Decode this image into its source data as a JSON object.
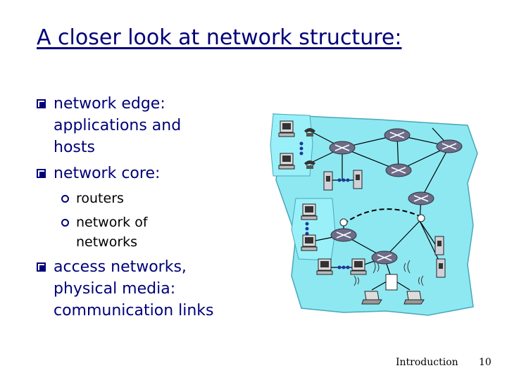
{
  "slide": {
    "title": "A closer look at network structure:",
    "bullets": [
      {
        "text": "network edge: applications and hosts",
        "lines": [
          "network edge:",
          "applications and",
          "hosts"
        ]
      },
      {
        "text": "network core:",
        "lines": [
          "network core:"
        ]
      },
      {
        "text": "access networks, physical media: communication links",
        "lines": [
          "access networks,",
          "physical media:",
          "communication links"
        ]
      }
    ],
    "subbullets": [
      {
        "lines": [
          "routers"
        ]
      },
      {
        "lines": [
          "network of",
          "networks"
        ]
      }
    ]
  },
  "footer": {
    "section": "Introduction",
    "page": "10"
  },
  "colors": {
    "title": "#000078",
    "network_fill": "#8ee8f2",
    "router": "#6d6d8a"
  }
}
